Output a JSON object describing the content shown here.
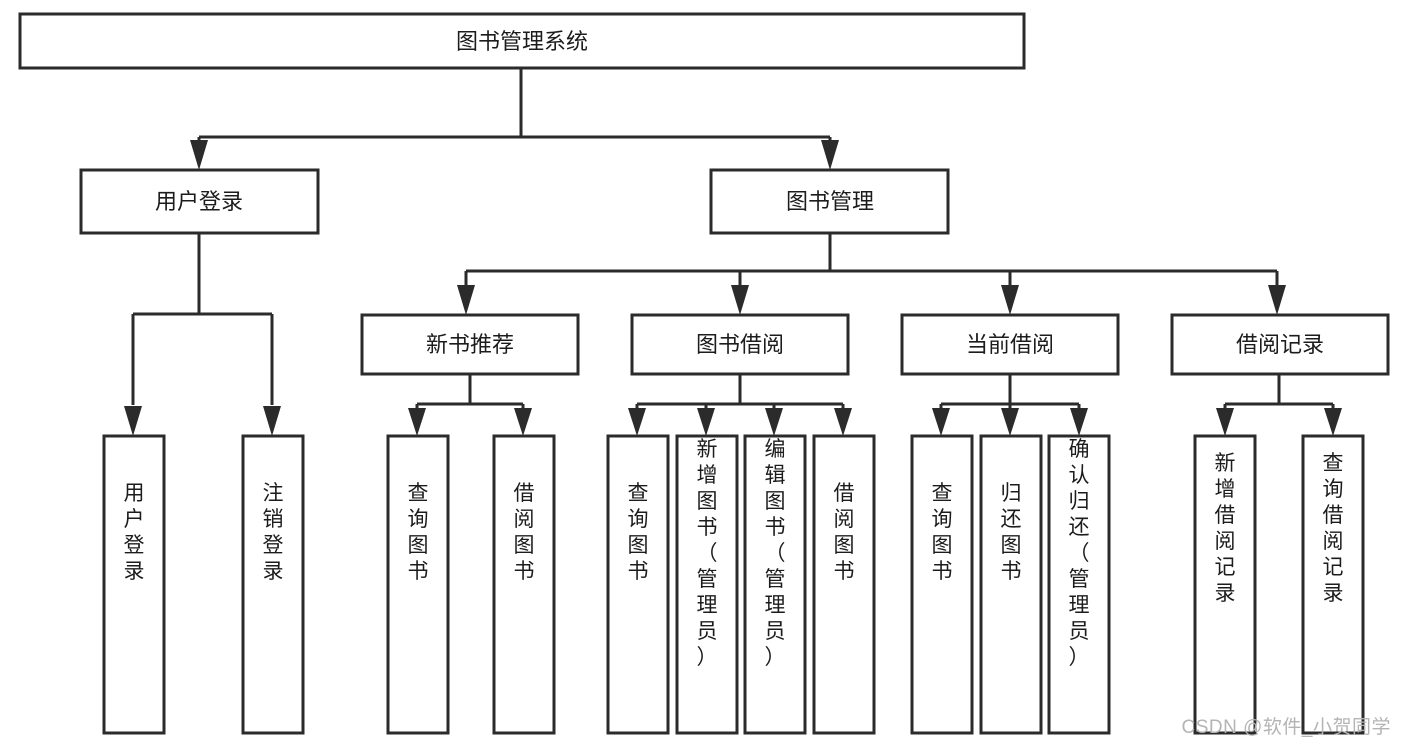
{
  "diagram": {
    "type": "tree-hierarchy-flowchart",
    "title": "图书管理系统",
    "watermark": "CSDN @软件_小贺同学",
    "colors": {
      "stroke": "#2b2b2b",
      "fill": "#ffffff",
      "text": "#1c1c1c",
      "watermark": "#b4b4b4",
      "background": "#ffffff"
    },
    "levels": {
      "root": {
        "label": "图书管理系统"
      },
      "level2": [
        {
          "label": "用户登录"
        },
        {
          "label": "图书管理"
        }
      ],
      "level3": [
        {
          "label": "新书推荐"
        },
        {
          "label": "图书借阅"
        },
        {
          "label": "当前借阅"
        },
        {
          "label": "借阅记录"
        }
      ],
      "leaves": {
        "user_login": [
          {
            "label": "用户登录"
          },
          {
            "label": "注销登录"
          }
        ],
        "new_book_recommend": [
          {
            "label": "查询图书"
          },
          {
            "label": "借阅图书"
          }
        ],
        "book_borrow": [
          {
            "label": "查询图书"
          },
          {
            "label": "新增图书（管理员）"
          },
          {
            "label": "编辑图书（管理员）"
          },
          {
            "label": "借阅图书"
          }
        ],
        "current_borrow": [
          {
            "label": "查询图书"
          },
          {
            "label": "归还图书"
          },
          {
            "label": "确认归还（管理员）"
          }
        ],
        "borrow_record": [
          {
            "label": "新增借阅记录"
          },
          {
            "label": "查询借阅记录"
          }
        ]
      }
    }
  }
}
